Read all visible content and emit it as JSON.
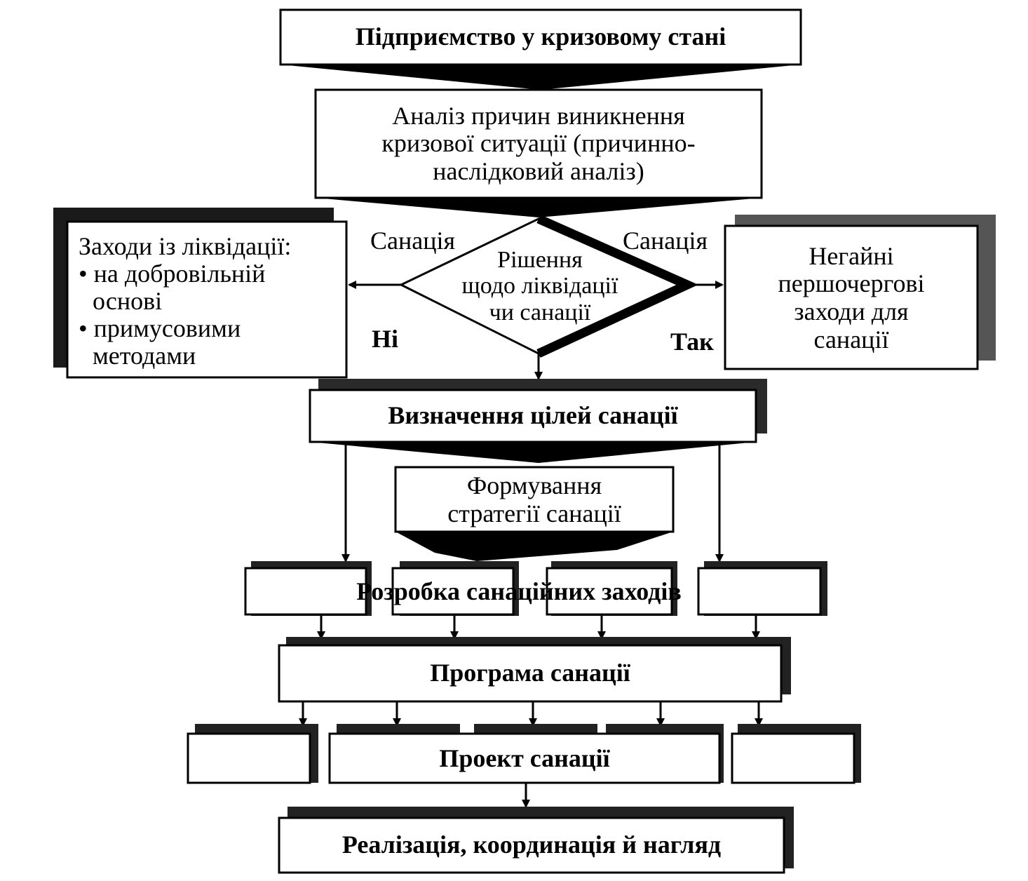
{
  "diagram": {
    "crisis": "Підприємство у кризовому стані",
    "analysis": [
      "Аналіз причин виникнення",
      "кризової ситуації (причинно-",
      "наслідковий аналіз)"
    ],
    "decision": [
      "Рішення",
      "щодо ліквідації",
      "чи санації"
    ],
    "label_left_top": "Санація",
    "label_left_bottom": "Ні",
    "label_right_top": "Санація",
    "label_right_bottom": "Так",
    "liquidation": {
      "title": "Заходи із ліквідації:",
      "item1_line1": "• на добровільній",
      "item1_line2": "основі",
      "item2_line1": "• примусовими",
      "item2_line2": "методами"
    },
    "urgent": [
      "Негайні",
      "першочергові",
      "заходи для",
      "санації"
    ],
    "goals": "Визначення цілей санації",
    "strategy": [
      "Формування",
      "стратегії санації"
    ],
    "development": "Розробка санаційних заходів",
    "program": "Програма санації",
    "project": "Проект санації",
    "implementation": "Реалізація, координація й нагляд"
  }
}
